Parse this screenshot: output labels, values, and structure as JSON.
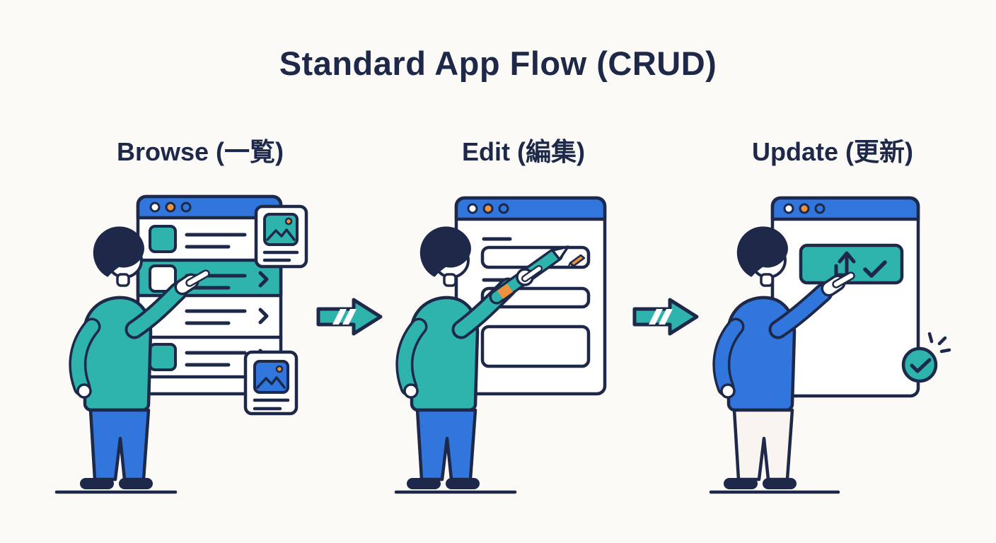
{
  "title": "Standard App Flow (CRUD)",
  "panels": [
    {
      "id": "browse",
      "label": "Browse (一覧)",
      "caption": "person pointing at a highlighted row in a list view with detail cards"
    },
    {
      "id": "edit",
      "label": "Edit (編集)",
      "caption": "person writing into form fields with a large pencil"
    },
    {
      "id": "update",
      "label": "Update (更新)",
      "caption": "person pressing a teal save/upload button, success check badge on window edge"
    }
  ],
  "flow": {
    "arrow_count": 2,
    "direction": "left-to-right"
  },
  "window_chrome_dots": [
    "white",
    "orange",
    "teal"
  ],
  "icons": [
    "window-dot-icon",
    "image-placeholder-icon",
    "chevron-right-icon",
    "pencil-icon",
    "upload-icon",
    "checkmark-icon",
    "success-badge-icon",
    "flow-arrow-icon",
    "sparkle-icon"
  ],
  "colors": {
    "navy": "#1e2949",
    "teal": "#2fb3ad",
    "blue": "#3176dc",
    "orange": "#ee9240",
    "dotteal": "#23a795",
    "background": "#fbfaf7",
    "white": "#ffffff",
    "cream": "#f8f5f0"
  }
}
